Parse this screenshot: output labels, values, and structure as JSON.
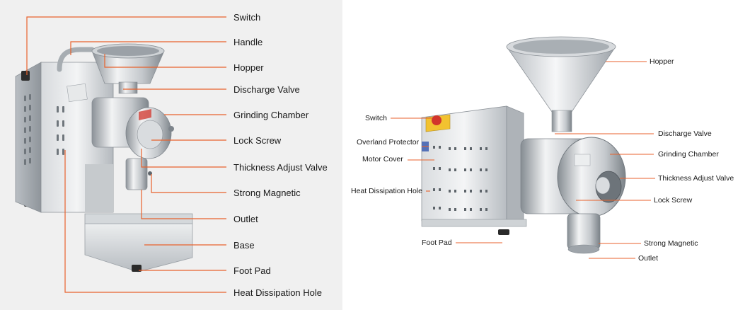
{
  "left_diagram": {
    "labels": {
      "switch": "Switch",
      "handle": "Handle",
      "hopper": "Hopper",
      "discharge_valve": "Discharge Valve",
      "grinding_chamber": "Grinding Chamber",
      "lock_screw": "Lock Screw",
      "thickness_adjust_valve": "Thickness Adjust Valve",
      "strong_magnetic": "Strong Magnetic",
      "outlet": "Outlet",
      "base": "Base",
      "foot_pad": "Foot Pad",
      "heat_dissipation_hole": "Heat Dissipation Hole"
    }
  },
  "right_diagram": {
    "labels": {
      "hopper": "Hopper",
      "switch": "Switch",
      "discharge_valve": "Discharge Valve",
      "overland_protector": "Overland Protector",
      "grinding_chamber": "Grinding Chamber",
      "motor_cover": "Motor Cover",
      "thickness_adjust_valve": "Thickness Adjust Valve",
      "heat_dissipation_hole": "Heat Dissipation Hole",
      "lock_screw": "Lock Screw",
      "foot_pad": "Foot Pad",
      "strong_magnetic": "Strong Magnetic",
      "outlet": "Outlet"
    }
  },
  "colors": {
    "leader_line": "#e8622c",
    "left_background": "#f0f0f0",
    "right_background": "#ffffff",
    "steel_light": "#e4e6e8",
    "steel_mid": "#b9bec3",
    "steel_dark": "#7d848b",
    "switch_yellow": "#f2c230",
    "switch_red": "#d2352c"
  }
}
